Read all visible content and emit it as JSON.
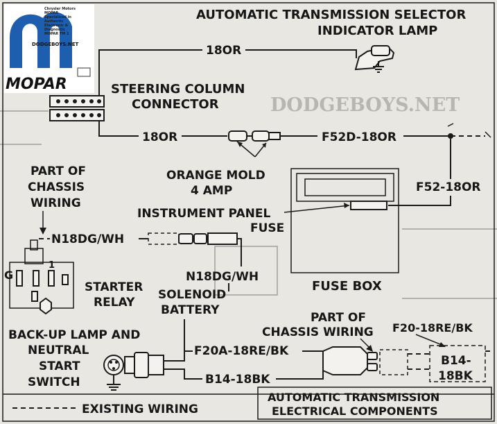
{
  "logo": {
    "site": "DODGEBOYS.NET",
    "brand": "MOPAR",
    "brand_color": "#1d5fae",
    "small_lines": [
      "Chrysler Motors",
      "MOPAR",
      "Specialized in",
      "Authentic",
      "Electronic &",
      "Diagnostic",
      "MOPAR TM 1"
    ]
  },
  "watermark": "DODGEBOYS.NET",
  "labels": {
    "selector_lamp_1": "AUTOMATIC TRANSMISSION SELECTOR",
    "selector_lamp_2": "INDICATOR LAMP",
    "wire_top": "18OR",
    "steering_1": "STEERING COLUMN",
    "steering_2": "CONNECTOR",
    "wire_mid": "18OR",
    "wire_f52d": "F52D-18OR",
    "mold_1": "ORANGE MOLD",
    "mold_2": "4 AMP",
    "wire_f52": "F52-18OR",
    "chassis_1a": "PART OF",
    "chassis_1b": "CHASSIS",
    "chassis_1c": "WIRING",
    "ip_fuse_1": "INSTRUMENT PANEL",
    "ip_fuse_2": "FUSE",
    "wire_n18_a": "N18DG/WH",
    "wire_n18_b": "N18DG/WH",
    "starter_1": "STARTER",
    "starter_2": "RELAY",
    "solenoid_1": "SOLENOID",
    "solenoid_2": "BATTERY",
    "fuse_box": "FUSE BOX",
    "relay_g": "G",
    "relay_1": "1",
    "chassis_2a": "PART OF",
    "chassis_2b": "CHASSIS WIRING",
    "wire_f20": "F20-18RE/BK",
    "wire_f20a": "F20A-18RE/BK",
    "wire_b14": "B14-18BK",
    "wire_b14_split_1": "B14-",
    "wire_b14_split_2": "18BK",
    "switch_1": "BACK-UP LAMP AND",
    "switch_2": "NEUTRAL",
    "switch_3": "START",
    "switch_4": "SWITCH",
    "legend_existing": "EXISTING WIRING",
    "title_1": "AUTOMATIC TRANSMISSION",
    "title_2": "ELECTRICAL COMPONENTS"
  }
}
